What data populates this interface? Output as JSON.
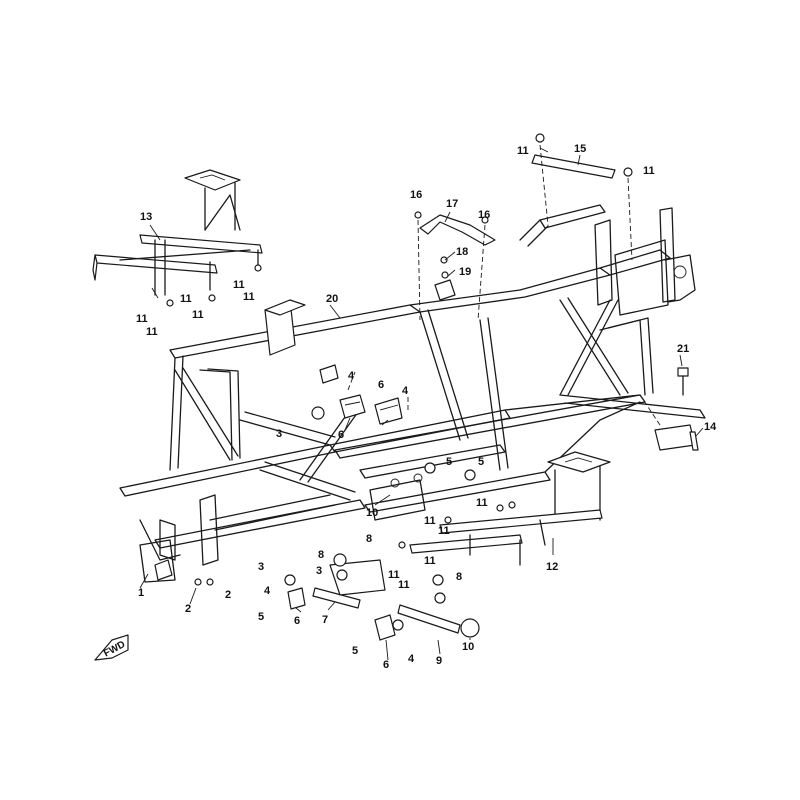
{
  "diagram": {
    "forward_arrow_text": "FWD",
    "callouts": [
      {
        "id": "c1",
        "text": "1"
      },
      {
        "id": "c2a",
        "text": "2"
      },
      {
        "id": "c2b",
        "text": "2"
      },
      {
        "id": "c3a",
        "text": "3"
      },
      {
        "id": "c3b",
        "text": "3"
      },
      {
        "id": "c3c",
        "text": "3"
      },
      {
        "id": "c4a",
        "text": "4"
      },
      {
        "id": "c4b",
        "text": "4"
      },
      {
        "id": "c4c",
        "text": "4"
      },
      {
        "id": "c4d",
        "text": "4"
      },
      {
        "id": "c5a",
        "text": "5"
      },
      {
        "id": "c5b",
        "text": "5"
      },
      {
        "id": "c5c",
        "text": "5"
      },
      {
        "id": "c5d",
        "text": "5"
      },
      {
        "id": "c6a",
        "text": "6"
      },
      {
        "id": "c6b",
        "text": "6"
      },
      {
        "id": "c6c",
        "text": "6"
      },
      {
        "id": "c6d",
        "text": "6"
      },
      {
        "id": "c7",
        "text": "7"
      },
      {
        "id": "c8a",
        "text": "8"
      },
      {
        "id": "c8b",
        "text": "8"
      },
      {
        "id": "c8c",
        "text": "8"
      },
      {
        "id": "c9",
        "text": "9"
      },
      {
        "id": "c10a",
        "text": "10"
      },
      {
        "id": "c10b",
        "text": "10"
      },
      {
        "id": "c11a",
        "text": "11"
      },
      {
        "id": "c11b",
        "text": "11"
      },
      {
        "id": "c11c",
        "text": "11"
      },
      {
        "id": "c11d",
        "text": "11"
      },
      {
        "id": "c11e",
        "text": "11"
      },
      {
        "id": "c11f",
        "text": "11"
      },
      {
        "id": "c11g",
        "text": "11"
      },
      {
        "id": "c11h",
        "text": "11"
      },
      {
        "id": "c11i",
        "text": "11"
      },
      {
        "id": "c11j",
        "text": "11"
      },
      {
        "id": "c11k",
        "text": "11"
      },
      {
        "id": "c11l",
        "text": "11"
      },
      {
        "id": "c11m",
        "text": "11"
      },
      {
        "id": "c11n",
        "text": "11"
      },
      {
        "id": "c12",
        "text": "12"
      },
      {
        "id": "c13",
        "text": "13"
      },
      {
        "id": "c14",
        "text": "14"
      },
      {
        "id": "c15",
        "text": "15"
      },
      {
        "id": "c16a",
        "text": "16"
      },
      {
        "id": "c16b",
        "text": "16"
      },
      {
        "id": "c17",
        "text": "17"
      },
      {
        "id": "c18",
        "text": "18"
      },
      {
        "id": "c19",
        "text": "19"
      },
      {
        "id": "c20",
        "text": "20"
      },
      {
        "id": "c21",
        "text": "21"
      }
    ]
  }
}
